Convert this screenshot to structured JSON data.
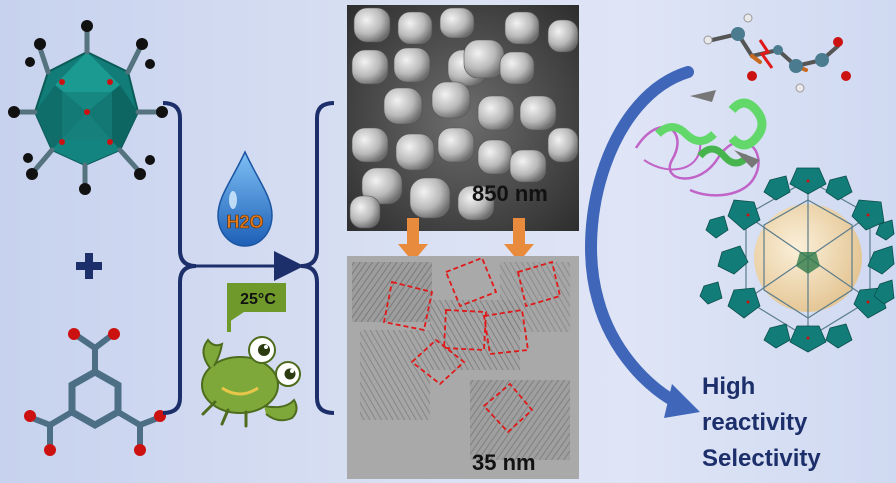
{
  "labels": {
    "solvent": "H2O",
    "temperature": "25°C",
    "sem_scale": "850 nm",
    "tem_scale": "35 nm",
    "outcome_line1": "High",
    "outcome_line2": "reactivity",
    "outcome_line3": "Selectivity"
  },
  "colors": {
    "background": "#d3dbf1",
    "bracket": "#1d2f6b",
    "polyhedron": "#127d78",
    "oxygen": "#cc1111",
    "carbon": "#111111",
    "linker": "#4d6f86",
    "water_drop": "#2e76c7",
    "crab": "#6f9a2b",
    "arrow": "#3f66b8",
    "tem_box": "#e01919",
    "transition_arrow": "#e88b3c",
    "outcome_text": "#1d2f6b"
  },
  "icons": [
    "metal-cluster-icon",
    "linker-molecule-icon",
    "water-drop-icon",
    "temperature-flag-icon",
    "crab-mascot-icon",
    "peptide-molecule-icon",
    "protein-ribbon-icon",
    "mof-framework-icon"
  ]
}
